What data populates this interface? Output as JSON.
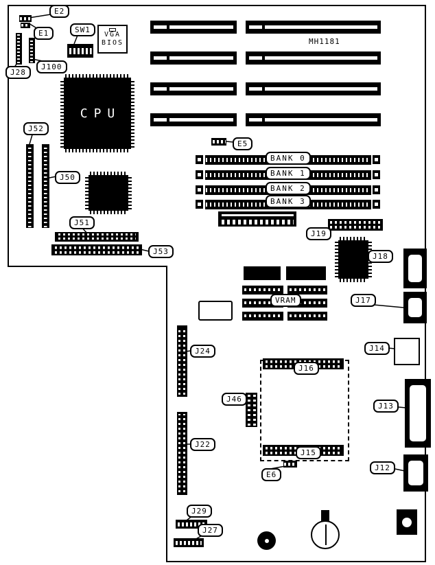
{
  "board": {
    "part_number": "MH1181"
  },
  "chips": {
    "cpu": "CPU",
    "vga_bios_line1": "VGA",
    "vga_bios_line2": "BIOS"
  },
  "callouts": {
    "e1": "E1",
    "e2": "E2",
    "e5": "E5",
    "e6": "E6",
    "sw1": "SW1",
    "j12": "J12",
    "j13": "J13",
    "j14": "J14",
    "j15": "J15",
    "j16": "J16",
    "j17": "J17",
    "j18": "J18",
    "j19": "J19",
    "j22": "J22",
    "j24": "J24",
    "j27": "J27",
    "j28": "J28",
    "j29": "J29",
    "j46": "J46",
    "j50": "J50",
    "j51": "J51",
    "j52": "J52",
    "j53": "J53",
    "j100": "J100",
    "bank0": "BANK 0",
    "bank1": "BANK 1",
    "bank2": "BANK 2",
    "bank3": "BANK 3",
    "vram": "VRAM"
  }
}
